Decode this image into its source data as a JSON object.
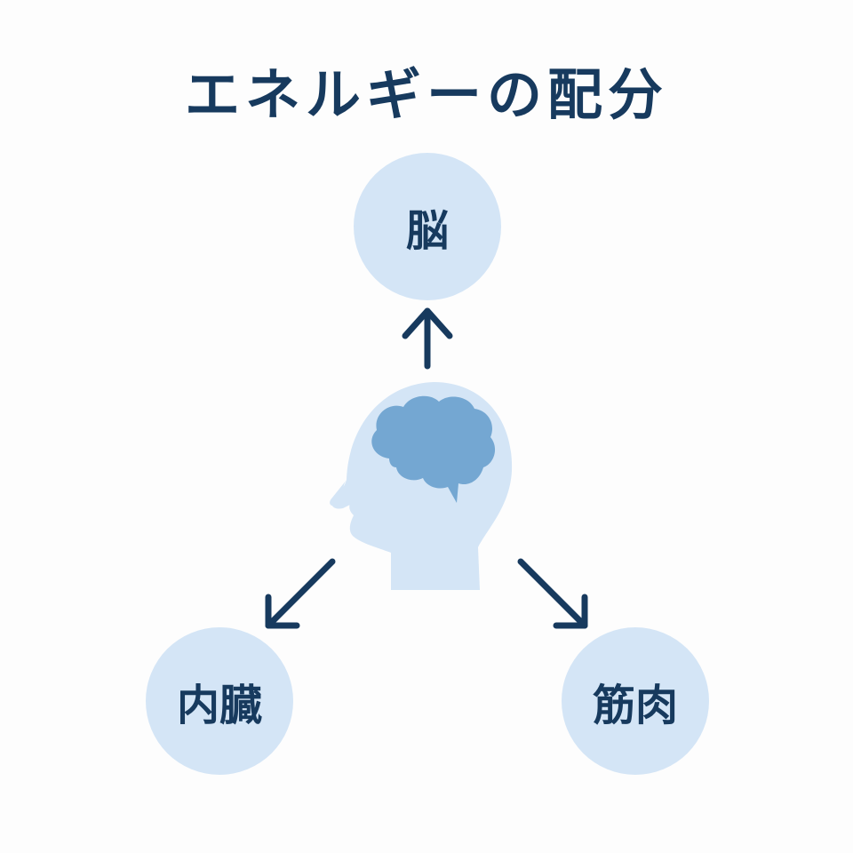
{
  "title": "エネルギーの配分",
  "nodes": {
    "top": {
      "label": "脳"
    },
    "left": {
      "label": "内臓"
    },
    "right": {
      "label": "筋肉"
    }
  },
  "center": {
    "icon": "head-with-brain-icon"
  },
  "colors": {
    "text": "#173a5e",
    "node_fill": "#d4e5f6",
    "head_fill": "#d4e5f6",
    "brain_fill": "#74a7d2",
    "arrow": "#173a5e"
  }
}
